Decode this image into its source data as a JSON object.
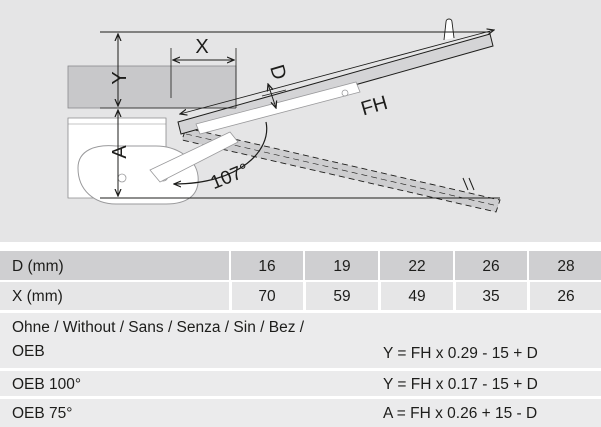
{
  "diagram": {
    "labels": {
      "x": "X",
      "y": "Y",
      "d": "D",
      "a": "A",
      "fh": "FH",
      "angle": "107°"
    }
  },
  "table": {
    "header_row": {
      "label": "D (mm)",
      "values": [
        "16",
        "19",
        "22",
        "26",
        "28"
      ]
    },
    "x_row": {
      "label": "X (mm)",
      "values": [
        "70",
        "59",
        "49",
        "35",
        "26"
      ]
    },
    "formulas": [
      {
        "label_line1": "Ohne / Without / Sans / Senza / Sin / Bez /",
        "label_line2": "OEB",
        "formula": "Y = FH x 0.29 - 15 + D"
      },
      {
        "label_line1": "OEB 100°",
        "label_line2": "",
        "formula": "Y = FH x 0.17 - 15 + D"
      },
      {
        "label_line1": "OEB 75°",
        "label_line2": "",
        "formula": "A = FH x 0.26 + 15 - D"
      }
    ]
  },
  "colors": {
    "panel_bg": "#e5e5e6",
    "header_bg": "#cfcfd1",
    "cell_bg": "#e6e6e7",
    "row_bg": "#ebebec",
    "line": "#1d1d1b",
    "beam": "#d4d4d6"
  }
}
